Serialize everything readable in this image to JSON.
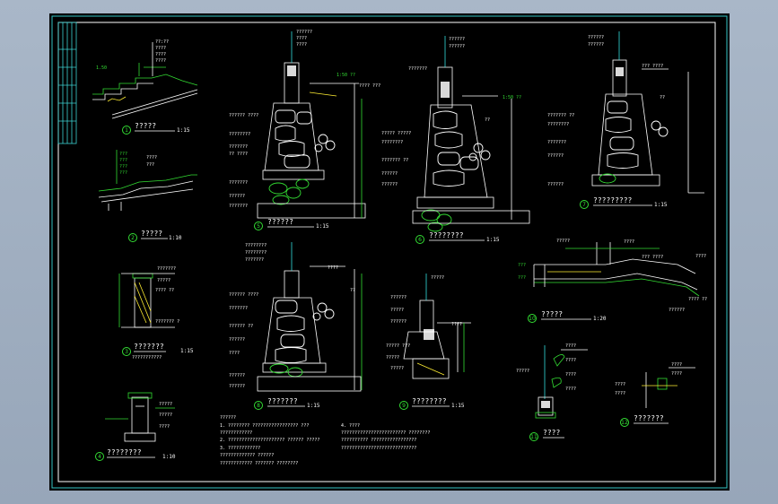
{
  "colors": {
    "background": "#000000",
    "frame": "#33c4c4",
    "linework": "#ffffff",
    "annotation_green": "#33dd33",
    "annotation_yellow": "#ffee33",
    "desktop": "#a3b2c4"
  },
  "details": [
    {
      "id": "d1",
      "title": "?????",
      "scale": "1:15"
    },
    {
      "id": "d2",
      "title": "?????",
      "scale": "1:10"
    },
    {
      "id": "d3",
      "title": "???????",
      "scale": "1:15"
    },
    {
      "id": "d4",
      "title": "????????",
      "scale": "1:10"
    },
    {
      "id": "d5",
      "title": "??????",
      "scale": "1:15"
    },
    {
      "id": "d6",
      "title": "????????",
      "scale": "1:15"
    },
    {
      "id": "d7",
      "title": "?????????",
      "scale": "1:15"
    },
    {
      "id": "d8",
      "title": "???????",
      "scale": "1:15"
    },
    {
      "id": "d9",
      "title": "????????",
      "scale": "1:15"
    },
    {
      "id": "d10",
      "title": "?????",
      "scale": "1:20"
    },
    {
      "id": "d11",
      "title": "????",
      "scale": ""
    },
    {
      "id": "d12",
      "title": "???????",
      "scale": ""
    }
  ]
}
